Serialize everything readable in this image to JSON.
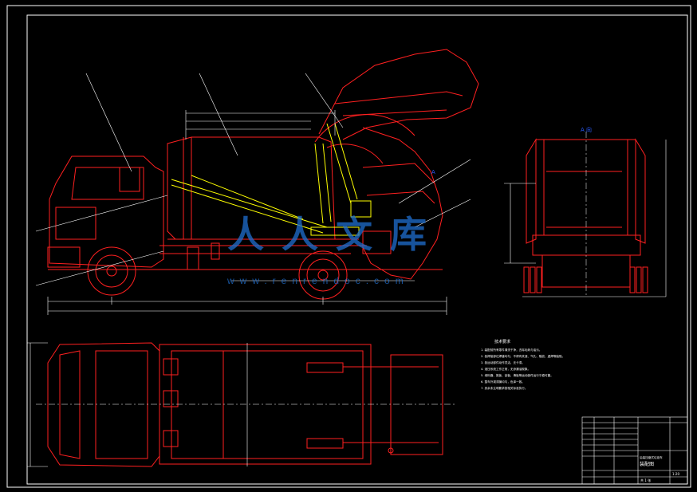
{
  "drawing": {
    "view_label": "A 向",
    "section_mark": "A",
    "notes_title": "技术要求",
    "notes": [
      "1. 装配前所有零件清洗干净，去除毛刺与油污。",
      "2. 各焊接部位焊缝均匀，不得有夹渣、气孔、裂纹、虚焊等缺陷。",
      "3. 各运动部件动作灵活，无卡滞。",
      "4. 液压系统工作正常，无渗漏油现象。",
      "5. 填料器、推板、刮板、滑板等运动部件运行平稳可靠。",
      "6. 整车外观漆膜均匀，色泽一致。",
      "7. 其余未注明要求按相关标准执行。"
    ],
    "title_block": {
      "drawing_name": "装配图",
      "product_name": "后装压缩式垃圾车",
      "scale": "1:20",
      "sheet": "共 1 张"
    }
  },
  "watermark": {
    "logo_text": "人人文库",
    "url_text": "www.renrendoc.com"
  },
  "colors": {
    "frame": "#ffffff",
    "outline": "#ff2020",
    "hydraulic": "#ffff00",
    "dimension": "#ffffff",
    "centerline": "#ffffff",
    "label_blue": "#2a5cff"
  }
}
